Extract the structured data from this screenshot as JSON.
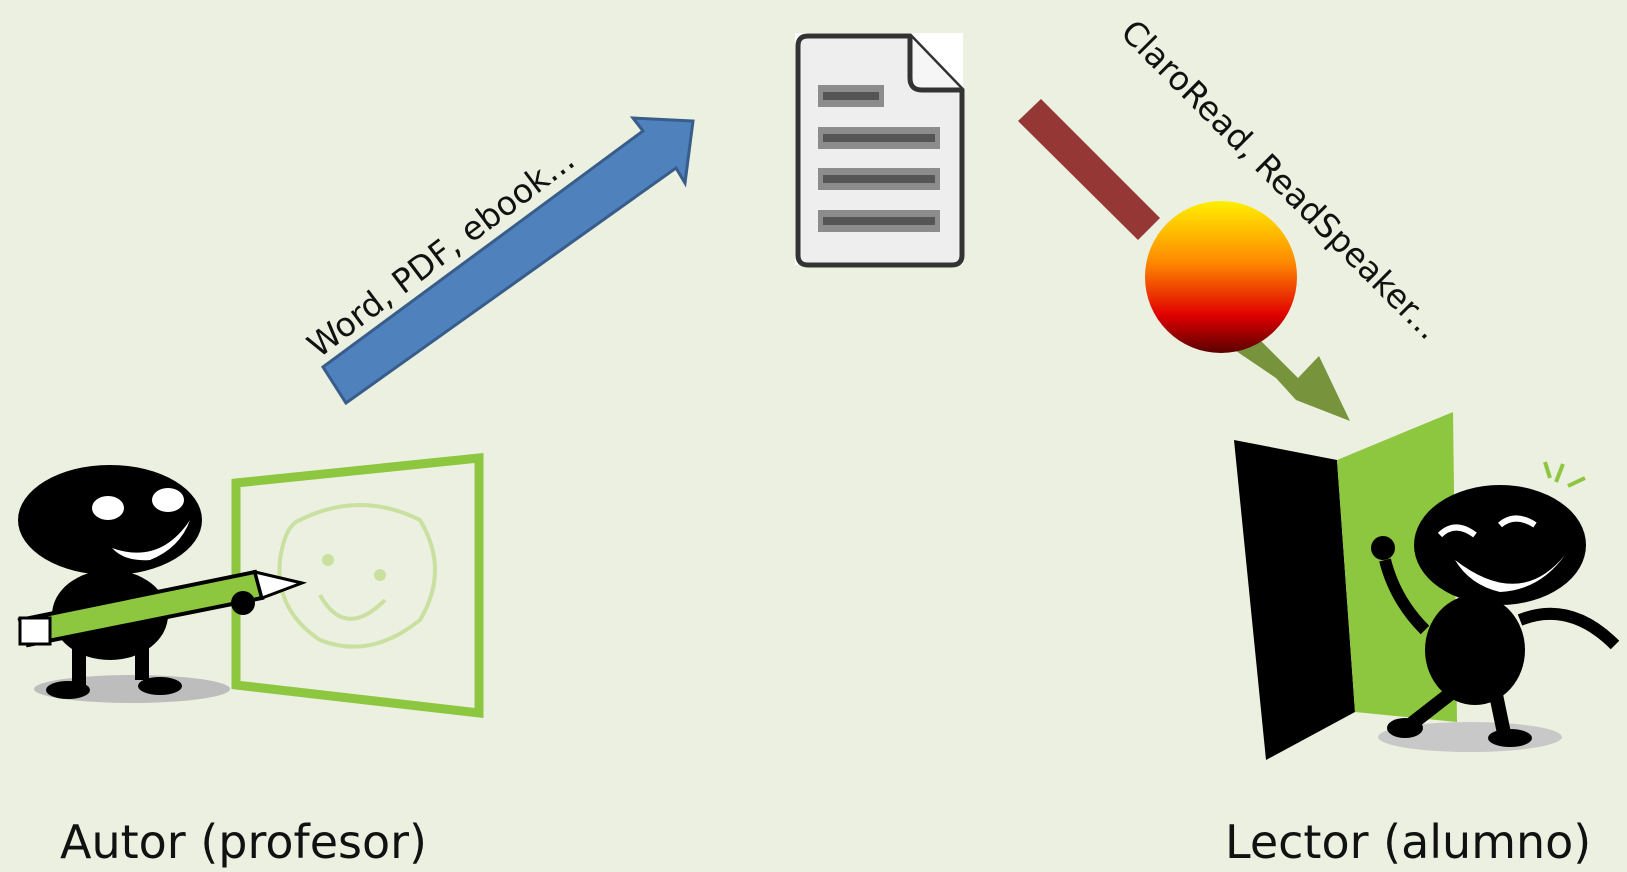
{
  "labels": {
    "author_caption": "Autor (profesor)",
    "reader_caption": "Lector (alumno)",
    "input_formats": "Word, PDF, ebook...",
    "reader_tools": "ClaroRead, ReadSpeaker..."
  },
  "colors": {
    "background": "#ecf0e0",
    "author_arrow": "#4f81bd",
    "reader_arrow_top": "#953735",
    "reader_arrow_bottom": "#77933c",
    "accent_green": "#8dc63f",
    "figure": "#000000"
  },
  "icons": {
    "author": "author-drawing-icon",
    "document": "document-icon",
    "barrier": "barrier-ball-icon",
    "reader": "reader-door-icon"
  }
}
